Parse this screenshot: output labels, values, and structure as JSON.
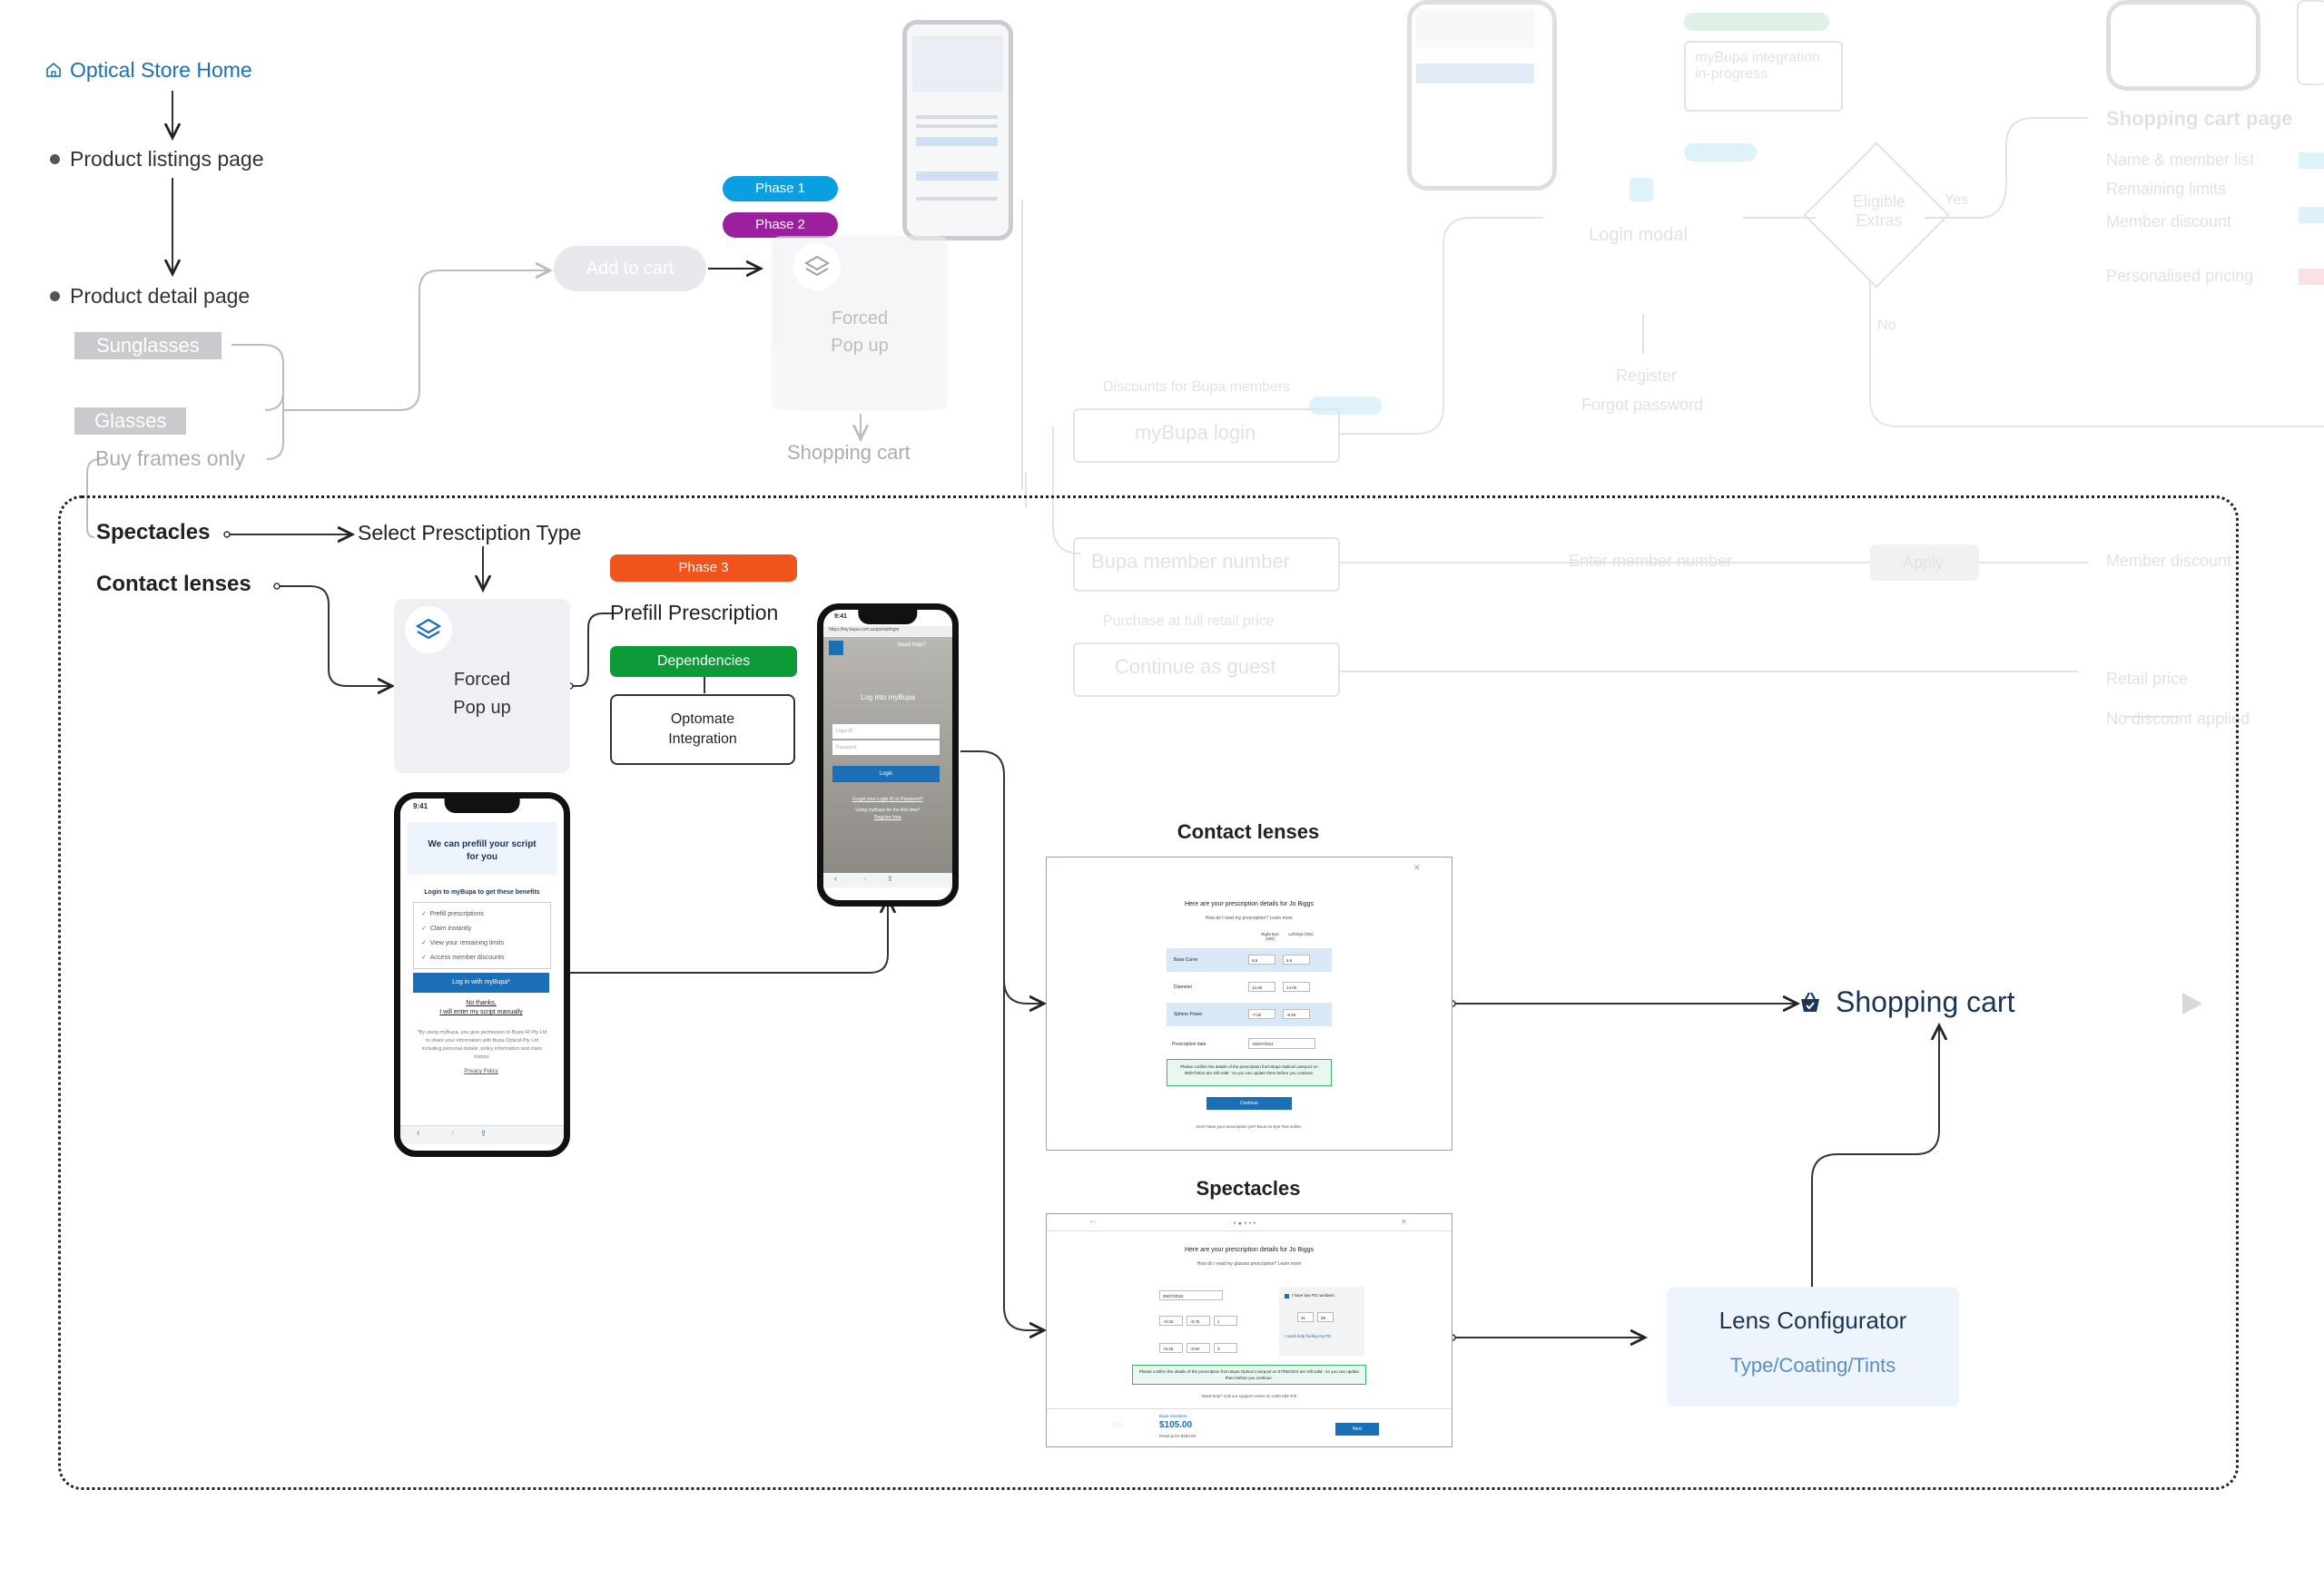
{
  "flow": {
    "home_link": "Optical Store Home",
    "product_listings": "Product listings page",
    "product_detail": "Product detail page",
    "sunglasses": "Sunglasses",
    "glasses": "Glasses",
    "buy_frames_only": "Buy frames only",
    "add_to_cart": "Add to cart",
    "phase1": "Phase 1",
    "phase2": "Phase 2",
    "phase3": "Phase 3",
    "forced_popup_line1": "Forced",
    "forced_popup_line2": "Pop up",
    "shopping_cart_top": "Shopping cart"
  },
  "section": {
    "spectacles": "Spectacles",
    "contact_lenses": "Contact lenses",
    "select_prescription_type": "Select Presctiption Type",
    "forced_popup_line1": "Forced",
    "forced_popup_line2": "Pop up",
    "prefill_prescription": "Prefill Prescription",
    "dependencies": "Dependencies",
    "optomate_line1": "Optomate",
    "optomate_line2": "Integration",
    "contact_lenses_title": "Contact lenses",
    "spectacles_title": "Spectacles",
    "shopping_cart": "Shopping cart",
    "lens_configurator": "Lens Configurator",
    "lens_configurator_sub": "Type/Coating/Tints"
  },
  "phone_prefill": {
    "time": "9:41",
    "heading": "We can prefill your script for you",
    "benefits_title": "Login to myBupa to get these benefits",
    "benefits": [
      "Prefill prescriptions",
      "Claim instantly",
      "View your remaining limits",
      "Access member discounts"
    ],
    "login_button": "Log in with myBupa*",
    "no_thanks": "No thanks,",
    "enter_manually": "I will enter my script manually",
    "disclaimer": "*By using myBupa, you give permission to Bupa HI Pty Ltd to share your information with Bupa Optical Pty Ltd including personal details, policy information and claim history.",
    "privacy": "Privacy Policy"
  },
  "phone_login": {
    "time": "9:41",
    "need_help": "Need help?",
    "url": "https://my.bupa.com.au/portal/login",
    "title": "Log into myBupa",
    "login_id_placeholder": "Login ID",
    "password_placeholder": "Password",
    "login_button": "Login",
    "forgot": "Forgot your Login ID or Password?",
    "first_time": "Using myBupa for the first time?",
    "register": "Register Now"
  },
  "contact_shot": {
    "heading": "Here are your prescription details for Jo Biggs",
    "subheading": "How do I read my prescription? Learn more",
    "col_right": "Right Eye (OD)",
    "col_left": "Left Eye (OS)",
    "rows": [
      {
        "label": "Base Curve",
        "right": "8.5",
        "left": "8.6"
      },
      {
        "label": "Diameter",
        "right": "14.00",
        "left": "14.00"
      },
      {
        "label": "Sphere Power",
        "right": "-7.50",
        "left": "-8.00"
      }
    ],
    "date_label": "Prescription date",
    "date_value": "05/07/2024",
    "notice": "Please confirm the details of the prescription from Bupa Optical Liverpool on 05/07/2024 are still valid - so you can update them before you continue.",
    "continue": "Continue",
    "footer": "Don't have your prescription yet? Book an Eye Test online."
  },
  "spectacles_shot": {
    "heading": "Here are your prescription details for Jo Biggs",
    "subheading": "How do I read my glasses prescription? Learn more",
    "date_value": "05/07/2024",
    "right_values": [
      "+0.25",
      "-0.75",
      "1"
    ],
    "left_values": [
      "+0.25",
      "-0.50",
      "3"
    ],
    "pd_label": "I have two PD numbers",
    "pd_values": [
      "31",
      "28"
    ],
    "pd_help": "I need help finding my PD",
    "notice": "Please confirm the details of the prescription from Bupa Optical Liverpool on 07/05/2024 are still valid - so you can update them before you continue.",
    "need_help": "Need help? Call our support center on 1300 658 376",
    "price_label": "Bupa members",
    "price": "$105.00",
    "retail_price": "Retail price $150.00",
    "next": "Next"
  },
  "background": {
    "shopping_cart_page": "Shopping cart page",
    "name_member_list": "Name & member list",
    "remaining_limits": "Remaining limits",
    "member_discount": "Member discount",
    "personalised_pricing": "Personalised pricing",
    "login_modal": "Login modal",
    "eligible_line1": "Eligible",
    "eligible_line2": "Extras",
    "yes": "Yes",
    "no": "No",
    "register": "Register",
    "forgot_password": "Forgot password",
    "discounts_note": "Discounts for Bupa members",
    "mybupa_login": "myBupa login",
    "member_number": "Bupa member number",
    "enter_member_number": "Enter member number",
    "apply": "Apply",
    "member_disc": "Member discount",
    "retail_note": "Purchase at full retail price",
    "continue_guest": "Continue as guest",
    "retail_price": "Retail price",
    "no_discount": "No discount applied",
    "integration_line1": "myBupa integration",
    "integration_line2": "in-progress"
  },
  "colors": {
    "phase1": "#0a9fe0",
    "phase2": "#9b1f9e",
    "phase3": "#f0531c",
    "dependencies": "#0d9b3a",
    "link_blue": "#1a6fb7",
    "navy": "#1b3557",
    "configurator_bg": "#eef4fb"
  }
}
